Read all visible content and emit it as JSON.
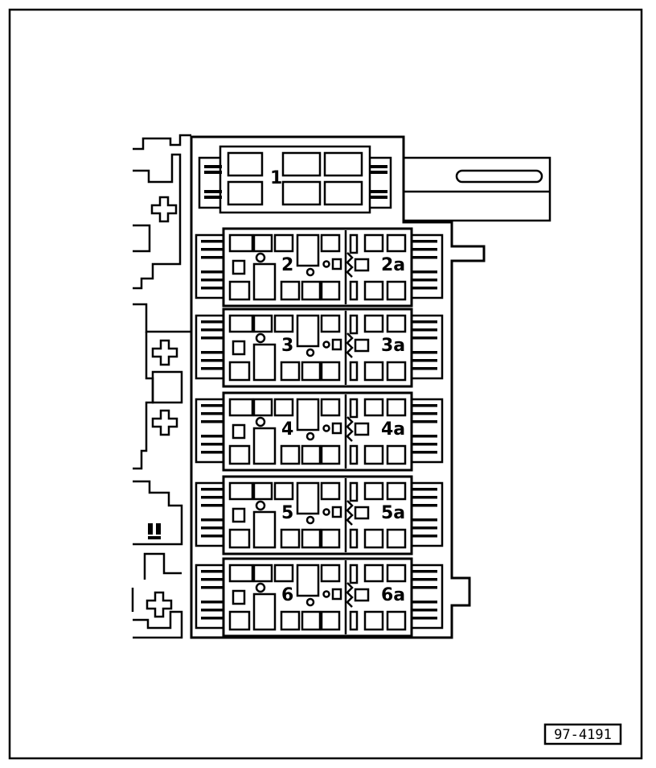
{
  "diagram": {
    "top_module_label": "1",
    "rows": [
      {
        "left_label": "2",
        "right_label": "2a"
      },
      {
        "left_label": "3",
        "right_label": "3a"
      },
      {
        "left_label": "4",
        "right_label": "4a"
      },
      {
        "left_label": "5",
        "right_label": "5a"
      },
      {
        "left_label": "6",
        "right_label": "6a"
      }
    ],
    "reference_number": "97-4191"
  },
  "colors": {
    "line": "#000000",
    "paper": "#ffffff"
  }
}
